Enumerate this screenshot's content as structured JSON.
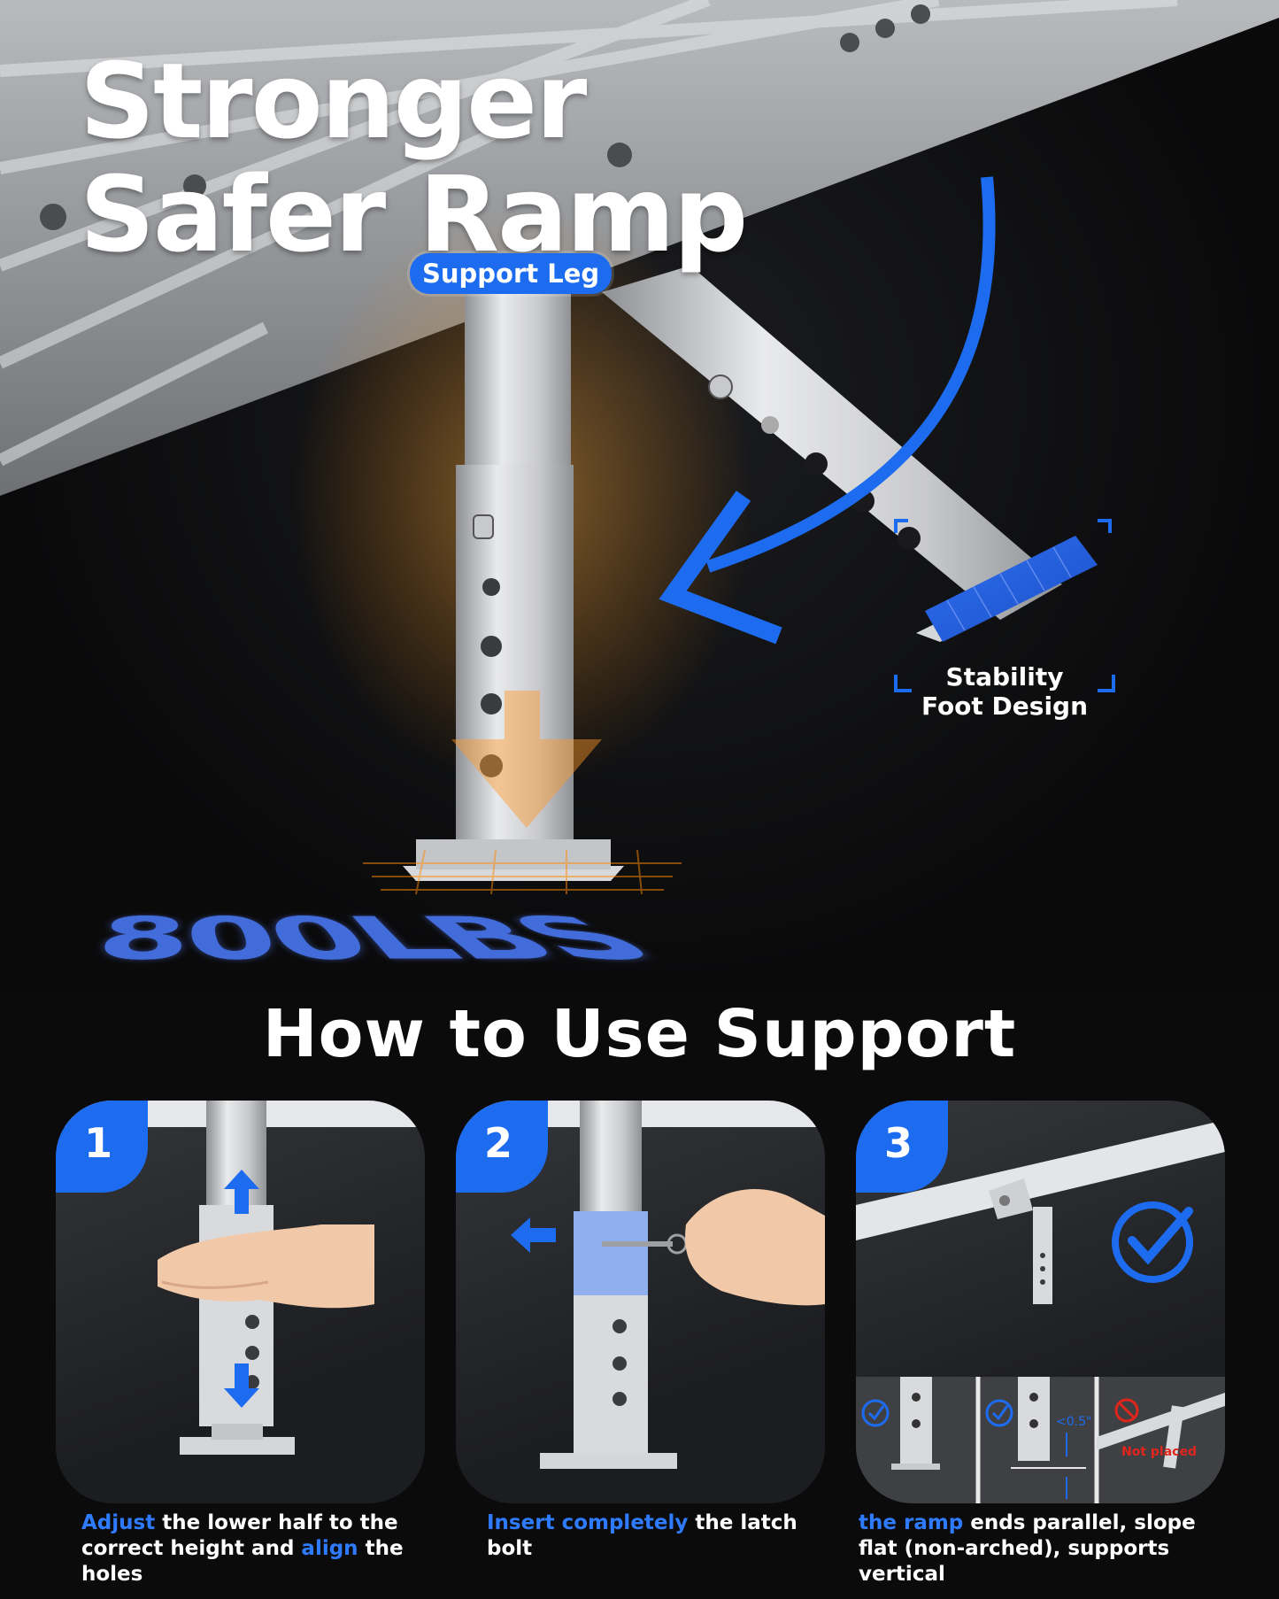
{
  "hero": {
    "title_line1": "Stronger",
    "title_line2": "Safer Ramp",
    "support_leg_badge": "Support Leg",
    "foot_label_line1": "Stability",
    "foot_label_line2": "Foot Design",
    "load_rating": "800LBS"
  },
  "section": {
    "title": "How to Use Support"
  },
  "steps": [
    {
      "number": "1",
      "caption_hl1": "Adjust",
      "caption_text1": " the lower half to the correct height and ",
      "caption_hl2": "align",
      "caption_text2": " the holes"
    },
    {
      "number": "2",
      "caption_hl1": "Insert completely",
      "caption_text1": " the latch bolt"
    },
    {
      "number": "3",
      "caption_hl1": "the ramp",
      "caption_text1": " ends parallel, slope flat (non-arched), supports vertical",
      "gap_label": "<0.5\"",
      "not_placed_label": "Not placed"
    }
  ],
  "colors": {
    "accent_blue": "#1d6cf0",
    "caption_blue": "#2f7bff",
    "warn_red": "#e0261c",
    "glow_orange": "#ff9a2a"
  },
  "icons": [
    "check-circle-icon",
    "arrow-up-icon",
    "arrow-down-icon",
    "arrow-left-icon",
    "curved-arrow-icon",
    "no-entry-icon"
  ]
}
